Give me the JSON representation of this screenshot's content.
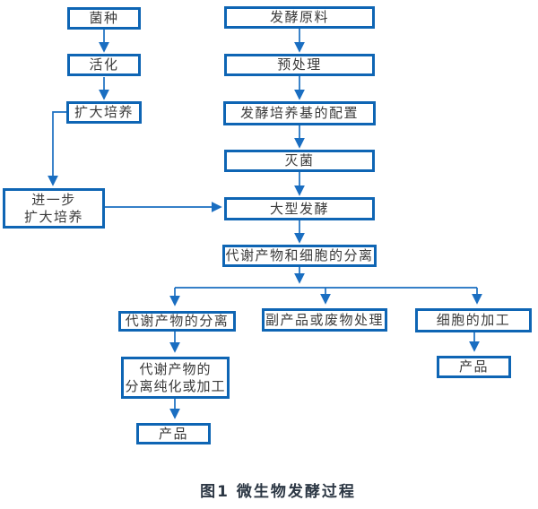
{
  "diagram": {
    "caption": "图1 微生物发酵过程",
    "colors": {
      "box_border": "#0e65b4",
      "arrow": "#1a6ec1",
      "box_text": "#3a3a3a",
      "caption_text": "#2c3744",
      "background": "#ffffff"
    },
    "nodes": {
      "strain": {
        "label": "菌种"
      },
      "activation": {
        "label": "活化"
      },
      "expand_culture": {
        "label": "扩大培养"
      },
      "further_expand_culture": {
        "label": "进一步\n扩大培养"
      },
      "raw_material": {
        "label": "发酵原料"
      },
      "pretreatment": {
        "label": "预处理"
      },
      "medium_prep": {
        "label": "发酵培养基的配置"
      },
      "sterilization": {
        "label": "灭菌"
      },
      "large_fermentation": {
        "label": "大型发酵"
      },
      "separation_metabolites_cells": {
        "label": "代谢产物和细胞的分离"
      },
      "metabolite_separation": {
        "label": "代谢产物的分离"
      },
      "byproduct_waste": {
        "label": "副产品或废物处理"
      },
      "cell_processing": {
        "label": "细胞的加工"
      },
      "metabolite_purification": {
        "label": "代谢产物的\n分离纯化或加工"
      },
      "product_metabolite": {
        "label": "产品"
      },
      "product_cell": {
        "label": "产品"
      }
    },
    "edges": [
      {
        "from": "strain",
        "to": "activation"
      },
      {
        "from": "activation",
        "to": "expand_culture"
      },
      {
        "from": "expand_culture",
        "to": "further_expand_culture"
      },
      {
        "from": "further_expand_culture",
        "to": "large_fermentation"
      },
      {
        "from": "raw_material",
        "to": "pretreatment"
      },
      {
        "from": "pretreatment",
        "to": "medium_prep"
      },
      {
        "from": "medium_prep",
        "to": "sterilization"
      },
      {
        "from": "sterilization",
        "to": "large_fermentation"
      },
      {
        "from": "large_fermentation",
        "to": "separation_metabolites_cells"
      },
      {
        "from": "separation_metabolites_cells",
        "to": "metabolite_separation"
      },
      {
        "from": "separation_metabolites_cells",
        "to": "byproduct_waste"
      },
      {
        "from": "separation_metabolites_cells",
        "to": "cell_processing"
      },
      {
        "from": "metabolite_separation",
        "to": "metabolite_purification"
      },
      {
        "from": "metabolite_purification",
        "to": "product_metabolite"
      },
      {
        "from": "cell_processing",
        "to": "product_cell"
      }
    ]
  }
}
